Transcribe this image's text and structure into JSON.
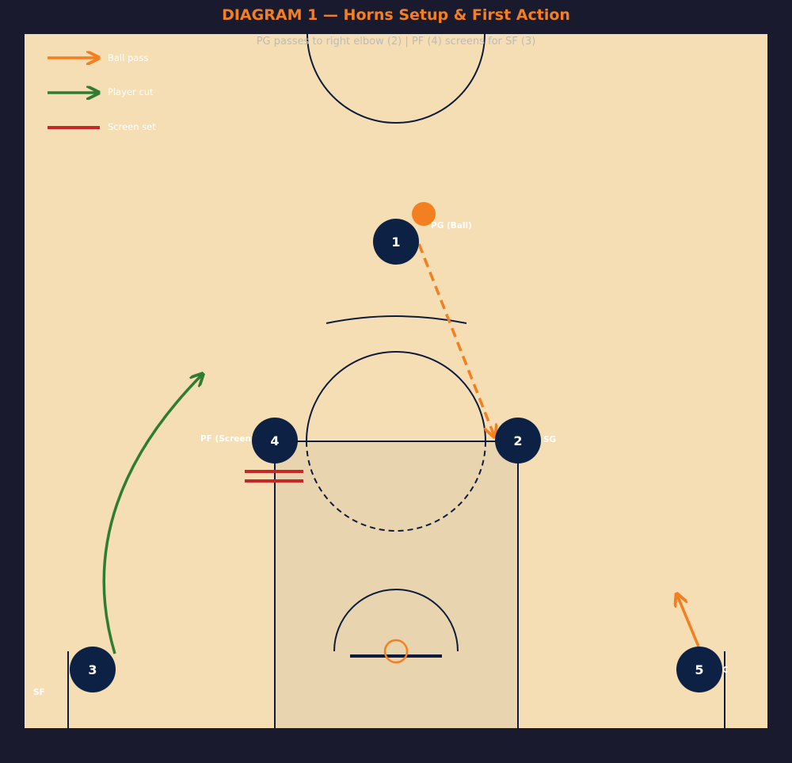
{
  "title": "DIAGRAM 1 — Horns Setup & First Action",
  "subtitle": "PG passes to right elbow (2) | PF (4) screens for SF (3)",
  "colors": {
    "background": "#1a1a2e",
    "court": "#f5deb3",
    "paint": "#e8d5b0",
    "lines": "#0d1b3e",
    "player": "#0d2145",
    "title": "#f47f20",
    "subtitle": "#bbbbbb",
    "pass": "#f47f20",
    "cut": "#2e7d32",
    "screen": "#c62828",
    "ball": "#f47f20",
    "label": "#ffffff"
  },
  "legend": [
    {
      "id": "pass",
      "label": "Ball pass"
    },
    {
      "id": "cut",
      "label": "Player cut"
    },
    {
      "id": "screen",
      "label": "Screen set"
    }
  ],
  "players": [
    {
      "id": "p1",
      "number": "1",
      "label": "PG (Ball)"
    },
    {
      "id": "p2",
      "number": "2",
      "label": "SG"
    },
    {
      "id": "p3",
      "number": "3",
      "label": "SF"
    },
    {
      "id": "p4",
      "number": "4",
      "label": "PF (Screen)"
    },
    {
      "id": "p5",
      "number": "5",
      "label": "C"
    }
  ]
}
